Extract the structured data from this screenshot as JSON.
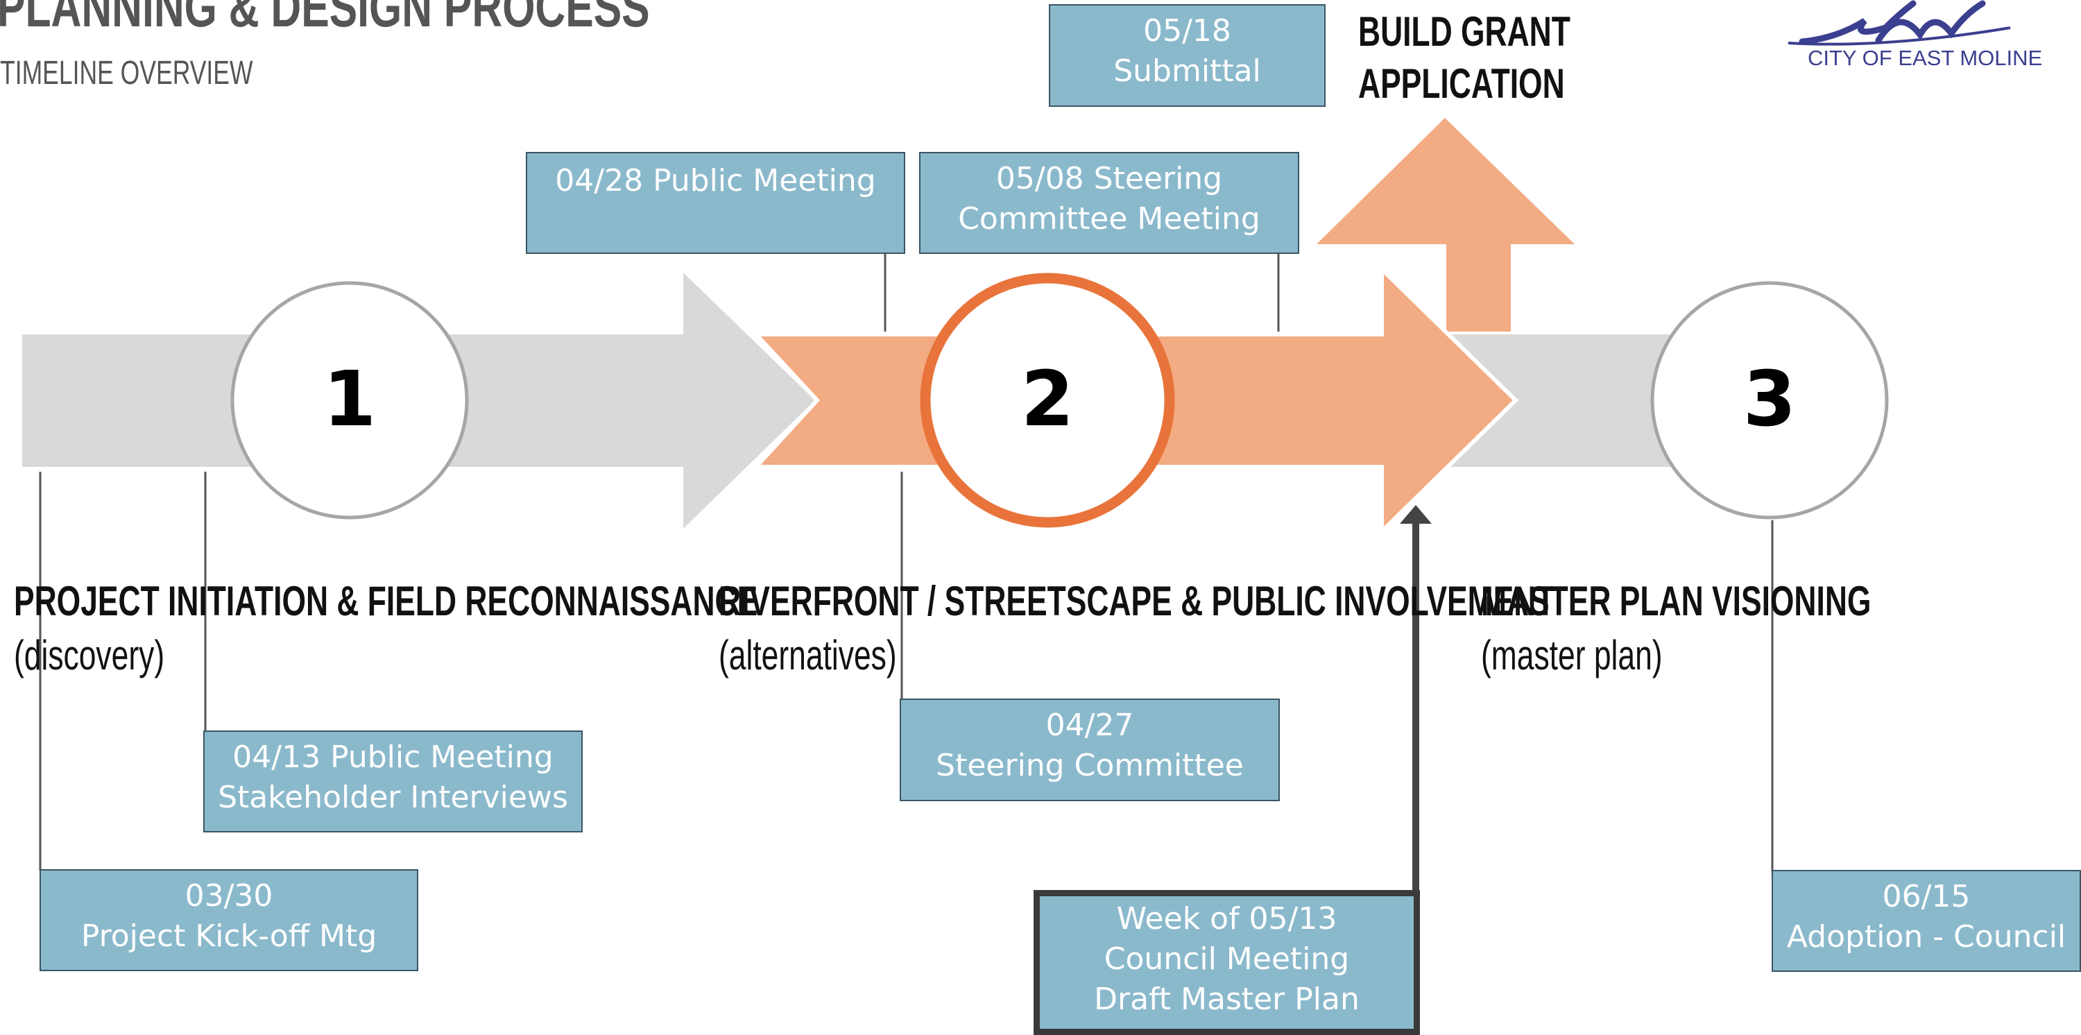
{
  "header": {
    "title": "PLANNING & DESIGN PROCESS",
    "subtitle": "TIMELINE OVERVIEW"
  },
  "logo": {
    "text": "CITY OF EAST MOLINE"
  },
  "grant": {
    "line1": "BUILD GRANT",
    "line2": "APPLICATION"
  },
  "phases": [
    {
      "number": "1",
      "name": "PROJECT INITIATION & FIELD RECONNAISSANCE",
      "sub": "(discovery)"
    },
    {
      "number": "2",
      "name": "RIVERFRONT / STREETSCAPE & PUBLIC INVOLVEMENT",
      "sub": "(alternatives)"
    },
    {
      "number": "3",
      "name": "MASTER PLAN VISIONING",
      "sub": "(master plan)"
    }
  ],
  "milestones": {
    "kickoff": {
      "line1": "03/30",
      "line2": "Project Kick-off Mtg"
    },
    "public_0413": {
      "line1": "04/13 Public Meeting",
      "line2": "Stakeholder Interviews"
    },
    "public_0428": {
      "line1": "04/28 Public Meeting"
    },
    "steering_0508": {
      "line1": "05/08 Steering",
      "line2": "Committee Meeting"
    },
    "submittal": {
      "line1": "05/18",
      "line2": "Submittal"
    },
    "steering_0427": {
      "line1": "04/27",
      "line2": "Steering Committee"
    },
    "council_0513": {
      "line1": "Week of 05/13",
      "line2": "Council Meeting",
      "line3": "Draft Master Plan"
    },
    "adoption": {
      "line1": "06/15",
      "line2": "Adoption - Council"
    }
  },
  "colors": {
    "gray_arrow": "#d9d9d9",
    "orange_arrow": "#f2ab82",
    "orange_ring": "#e8743b",
    "box_fill": "#8bb9cc",
    "circle_border": "#a6a6a6"
  }
}
